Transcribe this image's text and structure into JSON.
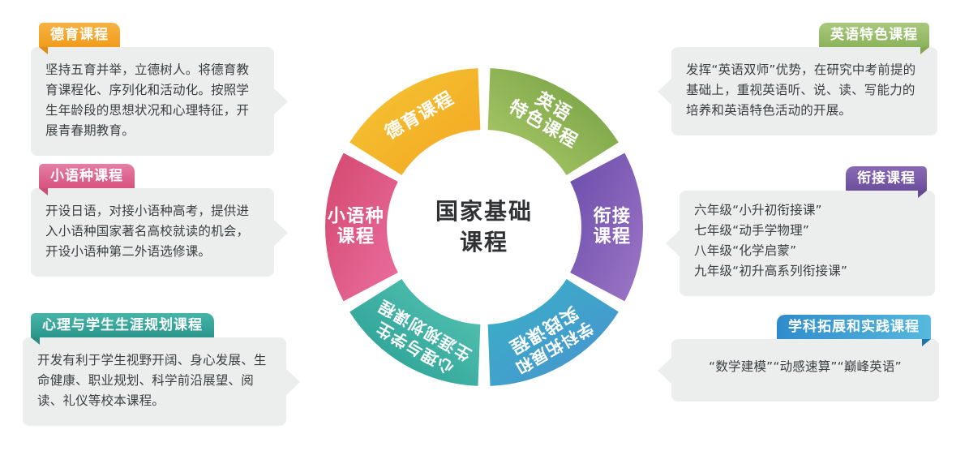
{
  "center": {
    "line1": "国家基础",
    "line2": "课程"
  },
  "wheel": {
    "segments": [
      {
        "key": "moral",
        "label_lines": [
          "德育课程"
        ],
        "color_from": "#f5a623",
        "color_to": "#f2c12e",
        "start_deg": 300,
        "end_deg": 360
      },
      {
        "key": "english",
        "label_lines": [
          "英语",
          "特色课程"
        ],
        "color_from": "#6a9b3d",
        "color_to": "#a8c860",
        "start_deg": 0,
        "end_deg": 60
      },
      {
        "key": "bridging",
        "label_lines": [
          "衔接",
          "课程"
        ],
        "color_from": "#6d4fae",
        "color_to": "#9a72c4",
        "start_deg": 60,
        "end_deg": 120
      },
      {
        "key": "subject",
        "label_lines": [
          "学科拓展和",
          "实践课程"
        ],
        "color_from": "#4a97d2",
        "color_to": "#38b0c4",
        "start_deg": 120,
        "end_deg": 180
      },
      {
        "key": "psych",
        "label_lines": [
          "心理与学生",
          "生涯规划课程"
        ],
        "color_from": "#2aa79b",
        "color_to": "#55c3b3",
        "start_deg": 180,
        "end_deg": 240
      },
      {
        "key": "minor",
        "label_lines": [
          "小语种",
          "课程"
        ],
        "color_from": "#d94f7a",
        "color_to": "#e8699c",
        "start_deg": 240,
        "end_deg": 300
      }
    ]
  },
  "callouts": {
    "moral": {
      "title": "德育课程",
      "tab_color": "#f4a62a",
      "tab_color_dark": "#e08d17",
      "body": "坚持五育并举，立德树人。将德育教育课程化、序列化和活动化。按照学生年龄段的思想状况和心理特征，开展青春期教育。"
    },
    "minor_language": {
      "title": "小语种课程",
      "tab_color": "#e0648f",
      "tab_color_dark": "#c94f79",
      "body": "开设日语，对接小语种高考，提供进入小语种国家著名高校就读的机会，开设小语种第二外语选修课。"
    },
    "psychology": {
      "title": "心理与学生生涯规划课程",
      "tab_color": "#35a79c",
      "tab_color_dark": "#2a8d84",
      "body": "开发有利于学生视野开阔、身心发展、生命健康、职业规划、科学前沿展望、阅读、礼仪等校本课程。"
    },
    "english": {
      "title": "英语特色课程",
      "tab_color": "#9bbd6a",
      "tab_color_dark": "#84a753",
      "body": "发挥“英语双师”优势，在研究中考前提的基础上，重视英语听、说、读、写能力的培养和英语特色活动的开展。"
    },
    "bridging": {
      "title": "衔接课程",
      "tab_color": "#7a5ba8",
      "tab_color_dark": "#654892",
      "body_lines": [
        "六年级“小升初衔接课”",
        "七年级“动手学物理”",
        "八年级“化学启蒙”",
        "九年级“初升高系列衔接课”"
      ]
    },
    "subject": {
      "title": "学科拓展和实践课程",
      "tab_color": "#2f8ccc",
      "tab_color_dark": "#1f74b0",
      "body": "“数学建模”“动感速算”“巅峰英语”"
    }
  }
}
